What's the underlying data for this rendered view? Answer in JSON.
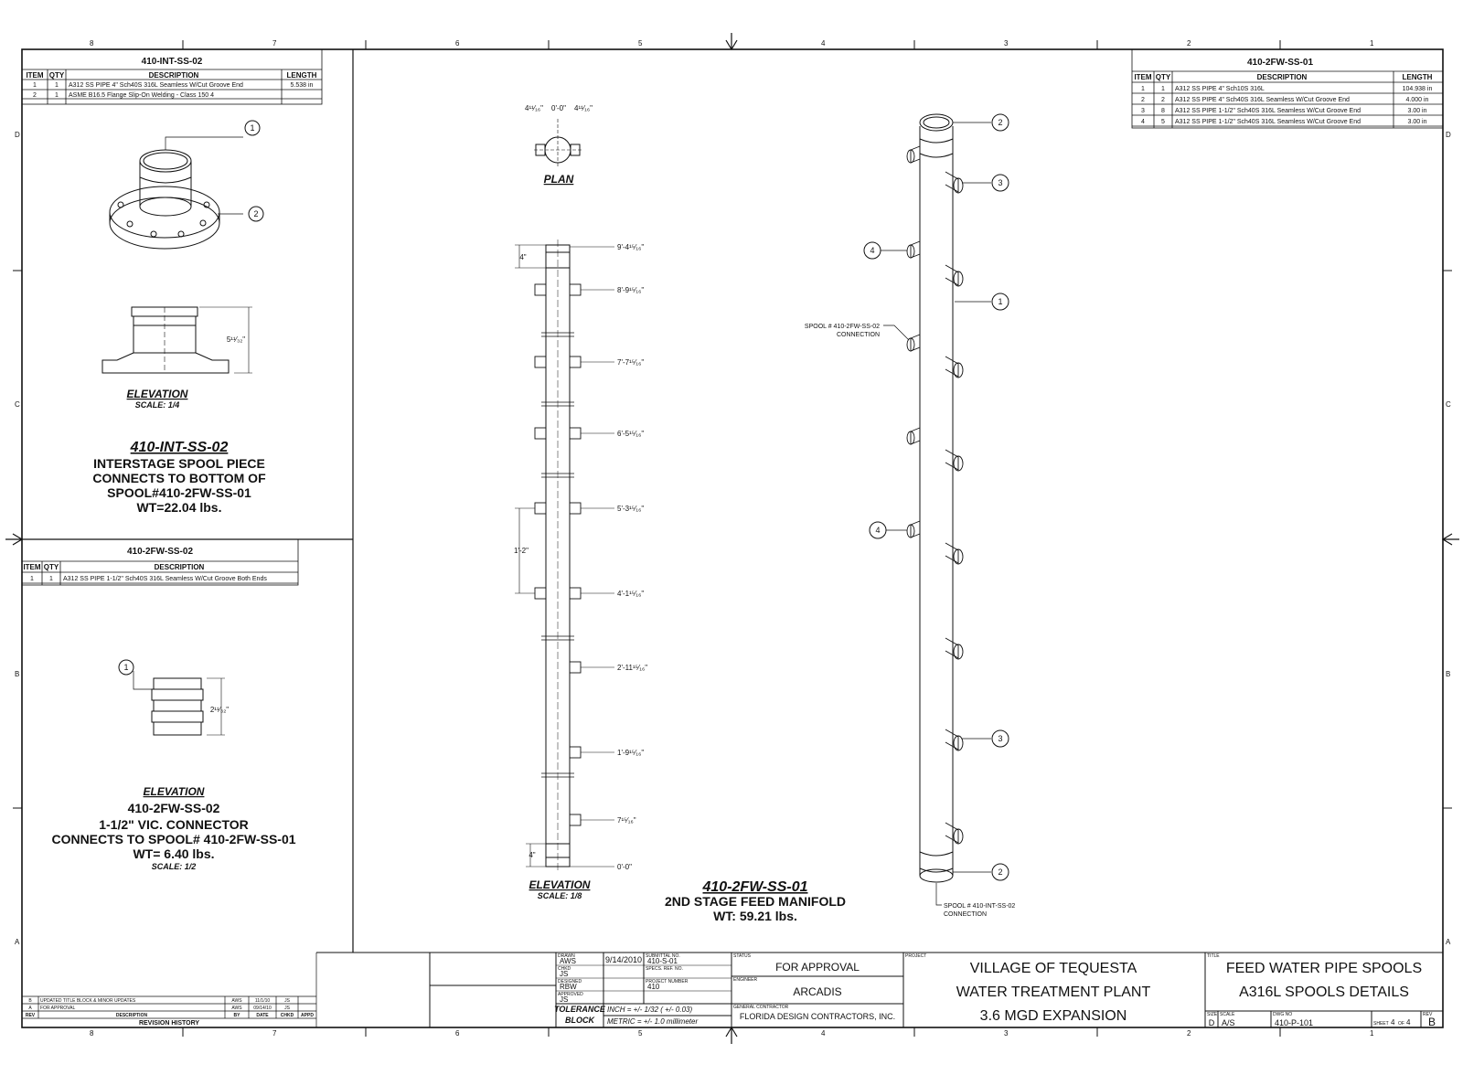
{
  "border": {
    "top_zones": [
      "8",
      "7",
      "6",
      "5",
      "4",
      "3",
      "2",
      "1"
    ],
    "side_zones": [
      "D",
      "C",
      "B",
      "A"
    ]
  },
  "bom_int_ss_02": {
    "title": "410-INT-SS-02",
    "headers": [
      "ITEM",
      "QTY",
      "DESCRIPTION",
      "LENGTH"
    ],
    "rows": [
      [
        "1",
        "1",
        "A312 SS PIPE 4\" Sch40S 316L Seamless W/Cut Groove End",
        "5.538 in"
      ],
      [
        "2",
        "1",
        "ASME B16.5 Flange Slip-On Welding - Class 150 4",
        ""
      ]
    ]
  },
  "bom_2fw_ss_02": {
    "title": "410-2FW-SS-02",
    "headers": [
      "ITEM",
      "QTY",
      "DESCRIPTION"
    ],
    "rows": [
      [
        "1",
        "1",
        "A312 SS PIPE 1-1/2\" Sch40S 316L Seamless W/Cut Groove Both Ends"
      ]
    ]
  },
  "bom_2fw_ss_01": {
    "title": "410-2FW-SS-01",
    "headers": [
      "ITEM",
      "QTY",
      "DESCRIPTION",
      "LENGTH"
    ],
    "rows": [
      [
        "1",
        "1",
        "A312 SS PIPE 4\" Sch10S 316L",
        "104.938 in"
      ],
      [
        "2",
        "2",
        "A312 SS PIPE 4\" Sch40S 316L Seamless W/Cut Groove End",
        "4.000 in"
      ],
      [
        "3",
        "8",
        "A312 SS PIPE 1-1/2\" Sch40S 316L Seamless W/Cut Groove End",
        "3.00 in"
      ],
      [
        "4",
        "5",
        "A312 SS PIPE 1-1/2\" Sch40S 316L Seamless W/Cut Groove End",
        "3.00 in"
      ]
    ]
  },
  "int_spool": {
    "elevation_label": "ELEVATION",
    "scale": "SCALE: 1/4",
    "dim": "5¹¹⁄₃₂\"",
    "name": "410-INT-SS-02",
    "line1": "INTERSTAGE SPOOL PIECE",
    "line2": "CONNECTS TO BOTTOM OF",
    "line3": "SPOOL#410-2FW-SS-01",
    "line4": "WT=22.04 lbs.",
    "balloons": [
      "1",
      "2"
    ]
  },
  "vic_connector": {
    "elevation_label": "ELEVATION",
    "name": "410-2FW-SS-02",
    "line1": "1-1/2\" VIC. CONNECTOR",
    "line2": "CONNECTS TO SPOOL# 410-2FW-SS-01",
    "line3": "WT= 6.40 lbs.",
    "scale": "SCALE: 1/2",
    "dim": "2¹¹⁄₃₂\"",
    "balloon": "1"
  },
  "manifold": {
    "plan_label": "PLAN",
    "plan_dims": [
      "4¹¹⁄₁₆\"",
      "0'-0\"",
      "4¹¹⁄₁₆\""
    ],
    "elevation_label": "ELEVATION",
    "scale": "SCALE: 1/8",
    "elev_dims": [
      "9'-4¹⁵⁄₁₆\"",
      "8'-9¹⁵⁄₁₆\"",
      "7'-7¹⁵⁄₁₆\"",
      "6'-5¹⁵⁄₁₆\"",
      "5'-3¹⁵⁄₁₆\"",
      "4'-1¹⁵⁄₁₆\"",
      "2'-11¹⁵⁄₁₆\"",
      "1'-9¹⁵⁄₁₆\"",
      "7¹⁵⁄₁₆\"",
      "0'-0\""
    ],
    "dim_4_top": "4\"",
    "dim_span": "1'-2\"",
    "dim_4_bottom": "4\"",
    "name": "410-2FW-SS-01",
    "line1": "2ND STAGE FEED MANIFOLD",
    "line2": "WT: 59.21 lbs."
  },
  "iso": {
    "balloons": [
      "2",
      "3",
      "4",
      "1",
      "4",
      "3",
      "2"
    ],
    "note_top_1": "SPOOL # 410-2FW-SS-02",
    "note_top_2": "CONNECTION",
    "note_bottom_1": "SPOOL # 410-INT-SS-02",
    "note_bottom_2": "CONNECTION"
  },
  "revision": {
    "rows": [
      [
        "B",
        "UPDATED TITLE BLOCK & MINOR UPDATES",
        "AWS",
        "11/1/10",
        "JS"
      ],
      [
        "A",
        "FOR APPROVAL",
        "AWS",
        "09/14/10",
        "JS"
      ]
    ],
    "headers": [
      "REV",
      "DESCRIPTION",
      "BY",
      "DATE",
      "CHKD",
      "APPD"
    ],
    "title": "REVISION HISTORY"
  },
  "titleblock": {
    "drawn_label": "DRAWN",
    "drawn": "AWS",
    "drawn_date": "9/14/2010",
    "chkd_label": "CHKD",
    "chkd": "JS",
    "design_label": "DESIGNED",
    "design": "RBW",
    "approved_label": "APPROVED",
    "approved": "JS",
    "submittal_label": "SUBMITTAL NO.",
    "submittal": "410-S-01",
    "spec_label": "SPECS. REF. NO.",
    "project_no_label": "PROJECT NUMBER",
    "project_no": "410",
    "tolerance_1": "TOLERANCE",
    "tolerance_2": "BLOCK",
    "inch": "INCH = +/- 1/32 ( +/- 0.03)",
    "metric": "METRIC = +/- 1.0 millimeter",
    "status_label": "STATUS",
    "status": "FOR APPROVAL",
    "engineer_label": "ENGINEER",
    "engineer": "ARCADIS",
    "contractor_label": "GENERAL CONTRACTOR",
    "contractor": "FLORIDA DESIGN CONTRACTORS, INC.",
    "project_label": "PROJECT",
    "project1": "VILLAGE OF TEQUESTA",
    "project2": "WATER TREATMENT PLANT",
    "project3": "3.6 MGD EXPANSION",
    "title_label": "TITLE",
    "title1": "FEED WATER PIPE SPOOLS",
    "title2": "A316L SPOOLS DETAILS",
    "size_label": "SIZE",
    "size": "D",
    "scale_label": "SCALE",
    "scale": "A/S",
    "dwg_label": "DWG NO",
    "dwg": "410-P-101",
    "sheet_label": "SHEET",
    "sheet": "4",
    "of_label": "OF",
    "of": "4",
    "rev_label": "REV",
    "rev": "B"
  }
}
